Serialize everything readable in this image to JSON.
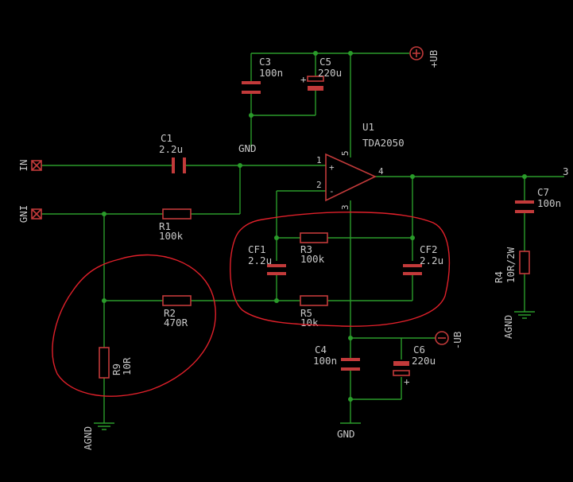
{
  "components": {
    "c1": {
      "ref": "C1",
      "value": "2.2u"
    },
    "c3": {
      "ref": "C3",
      "value": "100n"
    },
    "c5": {
      "ref": "C5",
      "value": "220u"
    },
    "c4": {
      "ref": "C4",
      "value": "100n"
    },
    "c6": {
      "ref": "C6",
      "value": "220u"
    },
    "c7": {
      "ref": "C7",
      "value": "100n"
    },
    "r1": {
      "ref": "R1",
      "value": "100k"
    },
    "r2": {
      "ref": "R2",
      "value": "470R"
    },
    "r3": {
      "ref": "R3",
      "value": "100k"
    },
    "r4": {
      "ref": "R4",
      "value": "10R/2W"
    },
    "r5": {
      "ref": "R5",
      "value": "10k"
    },
    "r9": {
      "ref": "R9",
      "value": "10R"
    },
    "cf1": {
      "ref": "CF1",
      "value": "2.2u"
    },
    "cf2": {
      "ref": "CF2",
      "value": "2.2u"
    },
    "u1": {
      "ref": "U1",
      "value": "TDA2050"
    }
  },
  "u1_pins": {
    "p1": "1",
    "p2": "2",
    "p3": "3",
    "p4": "4",
    "p5": "5",
    "plus": "+",
    "minus": "-"
  },
  "ports": {
    "in": "IN",
    "gni": "GNI",
    "plus_ub": "+UB",
    "minus_ub": "-UB"
  },
  "grounds": {
    "gnd_top": "GND",
    "gnd_bottom": "GND",
    "agnd_left": "AGND",
    "agnd_right": "AGND"
  },
  "edge_net": "3",
  "colors": {
    "wire": "#2a9b2a",
    "part": "#c23a3a",
    "text": "#c8c8c8",
    "annotation": "#e0202a",
    "background": "#000000"
  }
}
